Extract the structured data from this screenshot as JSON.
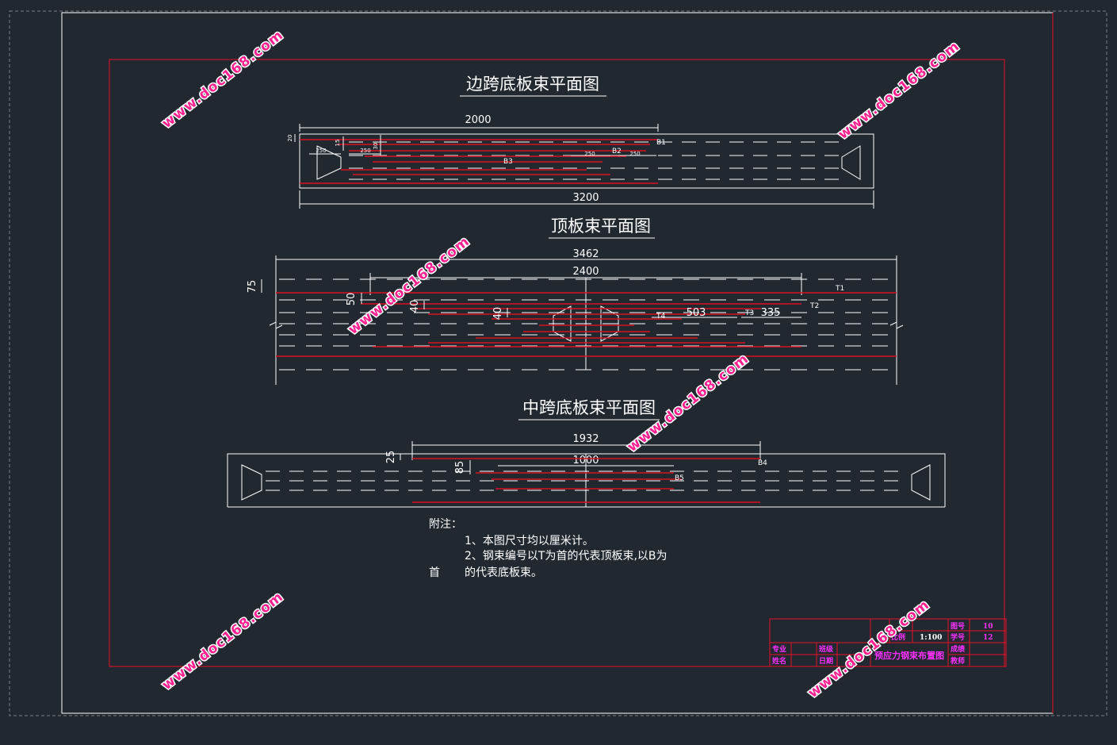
{
  "titles": {
    "side_span": "边跨底板束平面图",
    "top_slab": "顶板束平面图",
    "mid_span": "中跨底板束平面图"
  },
  "side_span": {
    "dim_2000": "2000",
    "dim_3200": "3200",
    "d_20": "20",
    "d_15": "15",
    "d_30": "30",
    "d_250a": "250",
    "d_250b": "250",
    "d_250c": "250",
    "d_250d": "250",
    "b1": "B1",
    "b2": "B2",
    "b3": "B3"
  },
  "top_slab": {
    "dim_3462": "3462",
    "dim_2400": "2400",
    "d_75": "75",
    "d_50": "50",
    "d_40a": "40",
    "d_40b": "40",
    "d_503": "503",
    "d_335": "335",
    "t1": "T1",
    "t2": "T2",
    "t3": "T3",
    "t4": "T4"
  },
  "mid_span": {
    "dim_1932": "1932",
    "dim_1000": "1000",
    "d_25": "25",
    "d_85": "85",
    "b4": "B4",
    "b5": "B5"
  },
  "notes": {
    "heading": "附注：",
    "line1": "1、本图尺寸均以厘米计。",
    "line2": "2、钢束编号以T为首的代表顶板束,以B为",
    "line3_a": "首",
    "line3_b": "的代表底板束。"
  },
  "title_block": {
    "drawing_title": "预应力钢束布置图",
    "scale_label": "比例",
    "scale_value": "1:100",
    "sheet_no_label": "图号",
    "sheet_no_value": "10",
    "student_no_label": "学号",
    "student_no_value": "12",
    "major_label": "专业",
    "name_label": "姓名",
    "class_label": "班级",
    "date_label": "日期",
    "score_label": "成绩",
    "teacher_label": "教师"
  },
  "watermark": "www.doc168.com",
  "colors": {
    "background": "#212830",
    "line": "#ffffff",
    "frame": "#e8102a",
    "tendon": "#d81020",
    "title_block_text": "#ff30ff",
    "watermark": "#ff2090"
  }
}
